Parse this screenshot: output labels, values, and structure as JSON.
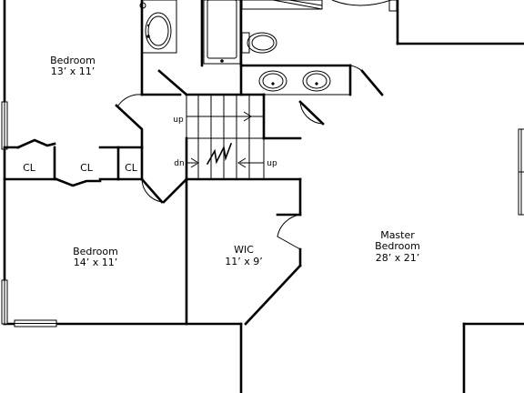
{
  "rooms": {
    "bedroom_top": {
      "name": "Bedroom",
      "dims": "13’ x 11’"
    },
    "bedroom_bottom": {
      "name": "Bedroom",
      "dims": "14’ x 11’"
    },
    "wic": {
      "name": "WIC",
      "dims": "11’ x 9’"
    },
    "master": {
      "name_line1": "Master",
      "name_line2": "Bedroom",
      "dims": "28’ x 21’"
    }
  },
  "closets": {
    "cl1": "CL",
    "cl2": "CL",
    "cl3": "CL"
  },
  "stairs": {
    "up_top": "up",
    "dn": "dn",
    "up_right": "up"
  }
}
